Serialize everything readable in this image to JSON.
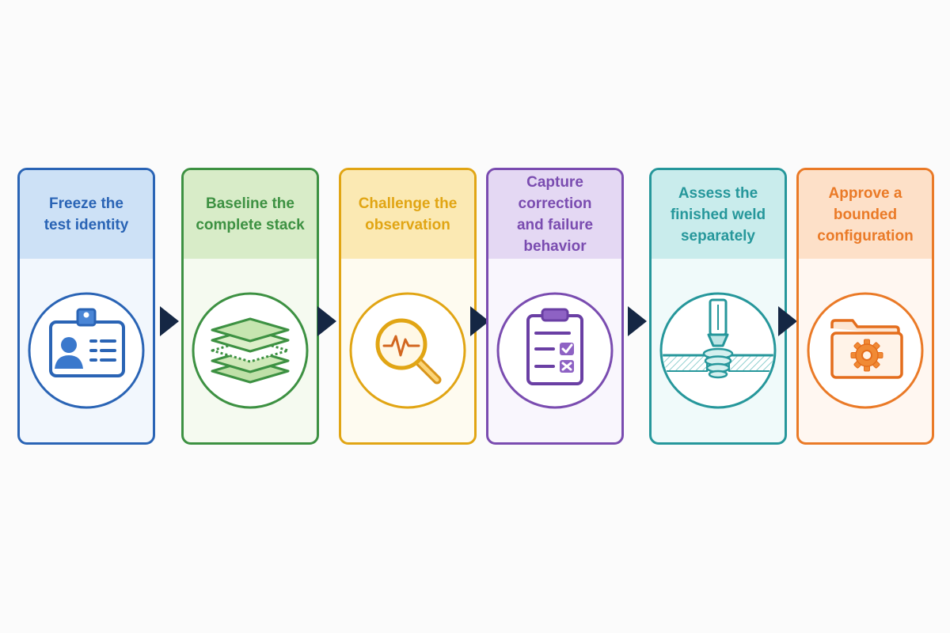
{
  "steps": [
    {
      "title": "Freeze the\ntest identity",
      "icon": "id-badge-icon",
      "color": "#2a64b5",
      "header_bg": "#cde1f6",
      "body_bg": "#f2f7fd"
    },
    {
      "title": "Baseline the\ncomplete stack",
      "icon": "layer-stack-icon",
      "color": "#3d9142",
      "header_bg": "#d8ecc8",
      "body_bg": "#f5faf0"
    },
    {
      "title": "Challenge the\nobservation",
      "icon": "magnifier-signal-icon",
      "color": "#e1a514",
      "header_bg": "#fbe9b3",
      "body_bg": "#fefbf0"
    },
    {
      "title": "Capture correction\nand failure\nbehavior",
      "icon": "checklist-clipboard-icon",
      "color": "#7a4cb0",
      "header_bg": "#e4d8f3",
      "body_bg": "#f9f6fd"
    },
    {
      "title": "Assess the\nfinished weld\nseparately",
      "icon": "weld-icon",
      "color": "#26979b",
      "header_bg": "#c9ecec",
      "body_bg": "#f0fafa"
    },
    {
      "title": "Approve a\nbounded\nconfiguration",
      "icon": "folder-gear-icon",
      "color": "#ea7a27",
      "header_bg": "#fde0c8",
      "body_bg": "#fff7f1"
    }
  ],
  "colors": {
    "arrow": "#152744",
    "text": "#1f2d4a",
    "background": "#fbfbfb"
  }
}
